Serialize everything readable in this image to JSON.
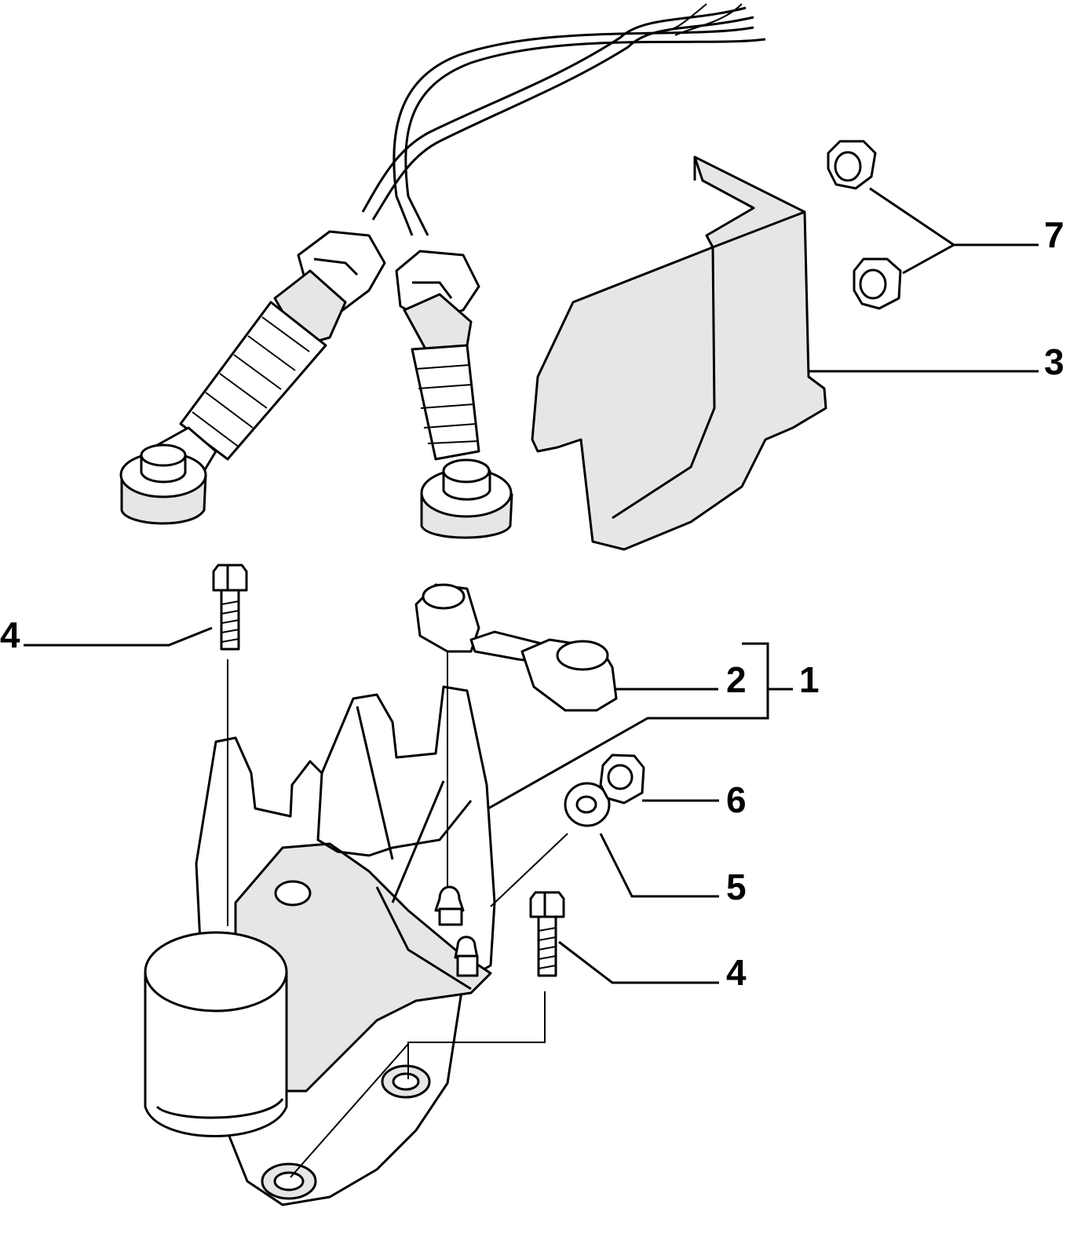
{
  "diagram": {
    "callouts": [
      {
        "id": "c7",
        "label": "7"
      },
      {
        "id": "c3",
        "label": "3"
      },
      {
        "id": "c4a",
        "label": "4"
      },
      {
        "id": "c2",
        "label": "2"
      },
      {
        "id": "c1",
        "label": "1"
      },
      {
        "id": "c6",
        "label": "6"
      },
      {
        "id": "c5",
        "label": "5"
      },
      {
        "id": "c4b",
        "label": "4"
      }
    ]
  },
  "colors": {
    "ink": "#000000",
    "paper": "#ffffff",
    "shade": "#e6e6e6"
  }
}
